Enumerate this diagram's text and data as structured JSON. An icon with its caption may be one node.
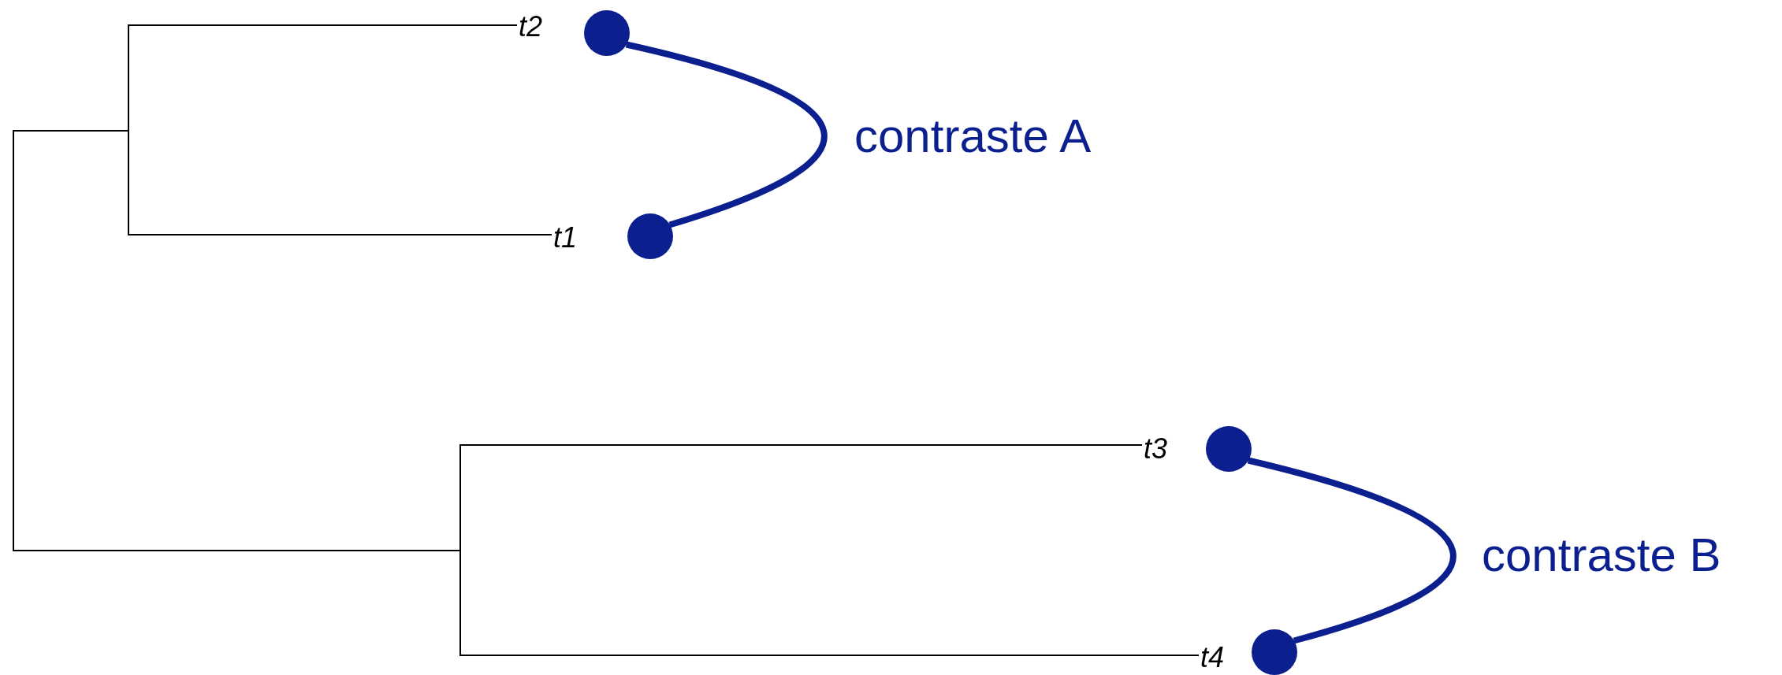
{
  "diagram": {
    "nodes": [
      {
        "text": [
          "t2"
        ]
      },
      {
        "text": [],
        "shape": "circle"
      },
      {
        "text": [
          "t1"
        ]
      },
      {
        "text": [],
        "shape": "circle"
      },
      {
        "text": [
          "t3"
        ]
      },
      {
        "text": [],
        "shape": "circle"
      },
      {
        "text": [
          "t4"
        ]
      },
      {
        "text": [],
        "shape": "circle"
      }
    ],
    "edges": [
      {
        "from": null,
        "to": 0,
        "arrow": "none"
      },
      {
        "from": null,
        "to": 2,
        "arrow": "none"
      },
      {
        "from": null,
        "to": 4,
        "arrow": "none"
      },
      {
        "from": null,
        "to": 6,
        "arrow": "none"
      },
      {
        "from": 1,
        "to": 3,
        "arrow": "none",
        "label": "contraste A",
        "style": "thick",
        "color": "#0b1f8f"
      },
      {
        "from": 5,
        "to": 7,
        "arrow": "none",
        "label": "contraste B",
        "style": "thick",
        "color": "#0b1f8f"
      }
    ]
  }
}
